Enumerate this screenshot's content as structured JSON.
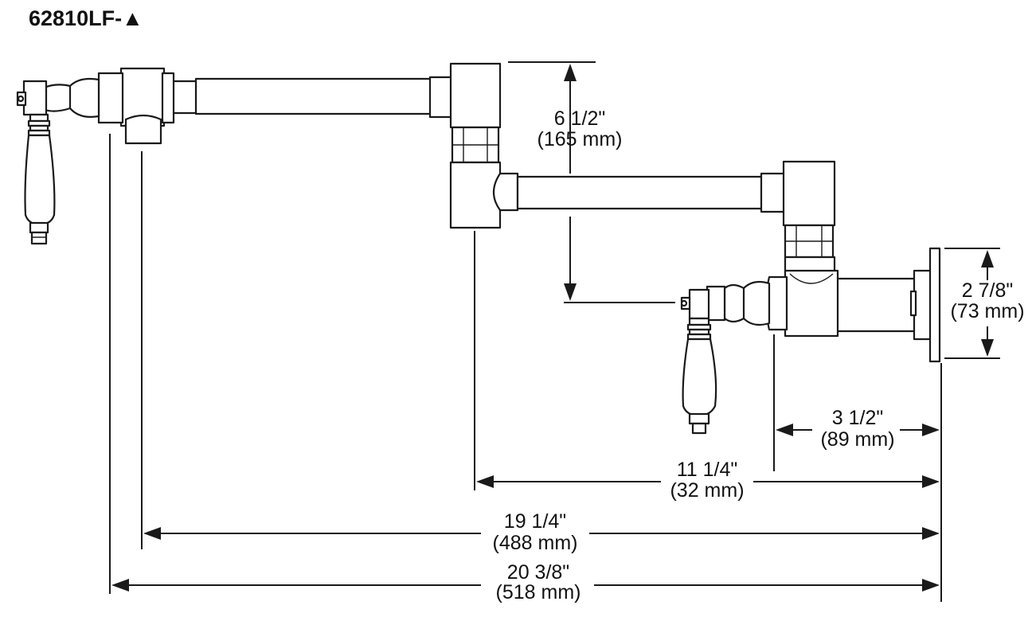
{
  "model_code": "62810LF-▲",
  "dimensions": {
    "height_arm": {
      "imperial": "6 1/2\"",
      "metric": "(165 mm)"
    },
    "flange_height": {
      "imperial": "2 7/8\"",
      "metric": "(73 mm)"
    },
    "wall_to_valve": {
      "imperial": "3 1/2\"",
      "metric": "(89 mm)"
    },
    "wall_to_elbow": {
      "imperial": "11 1/4\"",
      "metric": "(32 mm)"
    },
    "wall_to_spout": {
      "imperial": "19 1/4\"",
      "metric": "(488 mm)"
    },
    "overall_reach": {
      "imperial": "20 3/8\"",
      "metric": "(518 mm)"
    }
  }
}
